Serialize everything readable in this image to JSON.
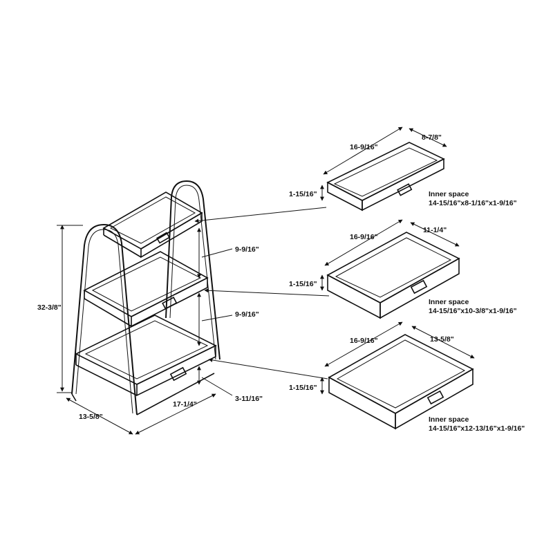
{
  "unit_dimensions": {
    "height": "32-3/8\"",
    "depth": "13-5/8\"",
    "width": "17-1/4\"",
    "clearance": "3-11/16\"",
    "shelf_gap_top": "9-9/16\"",
    "shelf_gap_bottom": "9-9/16\""
  },
  "trays": [
    {
      "width": "16-9/16\"",
      "depth": "8-7/8\"",
      "height": "1-15/16\"",
      "inner_label": "Inner space",
      "inner_value": "14-15/16\"x8-1/16\"x1-9/16\""
    },
    {
      "width": "16-9/16\"",
      "depth": "11-1/4\"",
      "height": "1-15/16\"",
      "inner_label": "Inner space",
      "inner_value": "14-15/16\"x10-3/8\"x1-9/16\""
    },
    {
      "width": "16-9/16\"",
      "depth": "13-5/8\"",
      "height": "1-15/16\"",
      "inner_label": "Inner space",
      "inner_value": "14-15/16\"x12-13/16\"x1-9/16\""
    }
  ]
}
